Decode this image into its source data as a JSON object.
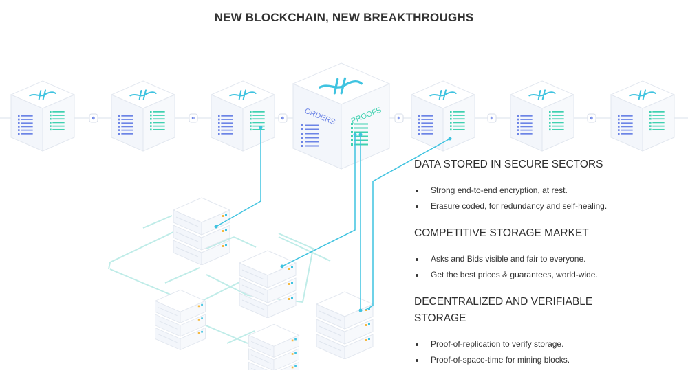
{
  "title": "NEW BLOCKCHAIN, NEW BREAKTHROUGHS",
  "colors": {
    "accent": "#3fc3e0",
    "ledger_blue": "#6c84e6",
    "ledger_green": "#3fd1b0",
    "line_light": "#bfece8",
    "cube_face": "#f3f6fb"
  },
  "icons": {
    "block_symbol": "filecoin-f-symbol",
    "arrow": "arrow-left-icon"
  },
  "blocks": [
    {
      "type": "block"
    },
    {
      "type": "block"
    },
    {
      "type": "block"
    },
    {
      "type": "main-block",
      "left_label": "ORDERS",
      "right_label": "PROOFS"
    },
    {
      "type": "block"
    },
    {
      "type": "block"
    },
    {
      "type": "block"
    }
  ],
  "sections": [
    {
      "heading": "DATA STORED IN SECURE SECTORS",
      "items": [
        "Strong end-to-end encryption, at rest.",
        "Erasure coded, for redundancy and self-healing."
      ]
    },
    {
      "heading": "COMPETITIVE STORAGE MARKET",
      "items": [
        "Asks and Bids visible and fair to everyone.",
        "Get the best prices & guarantees, world-wide."
      ]
    },
    {
      "heading": "DECENTRALIZED AND VERIFIABLE STORAGE",
      "items": [
        "Proof-of-replication to verify storage.",
        "Proof-of-space-time for mining blocks."
      ]
    }
  ]
}
